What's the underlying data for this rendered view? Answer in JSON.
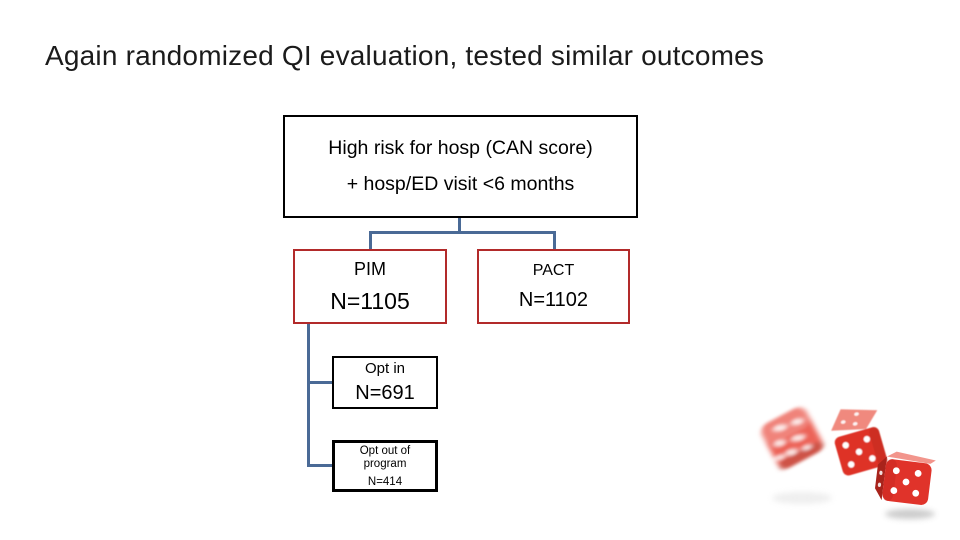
{
  "slide": {
    "title": "Again randomized QI evaluation, tested similar outcomes"
  },
  "diagram": {
    "root_box": {
      "line1": "High risk for hosp (CAN score)",
      "line2": "+ hosp/ED visit <6 months"
    },
    "pim_box": {
      "label": "PIM",
      "n": "N=1105"
    },
    "pact_box": {
      "label": "PACT",
      "n": "N=1102"
    },
    "opt_in_box": {
      "label": "Opt in",
      "n": "N=691"
    },
    "opt_out_box": {
      "label": "Opt out of program",
      "n": "N=414"
    }
  },
  "decor": {
    "dice_image": "three-red-tumbling-dice-photo"
  },
  "colors": {
    "connector": "#4a6a96",
    "highlight_border": "#b22a2a",
    "box_border": "#000000",
    "title_text": "#1b1b1b",
    "dice_red": "#e0332a",
    "dice_red_light": "#f0897e"
  }
}
